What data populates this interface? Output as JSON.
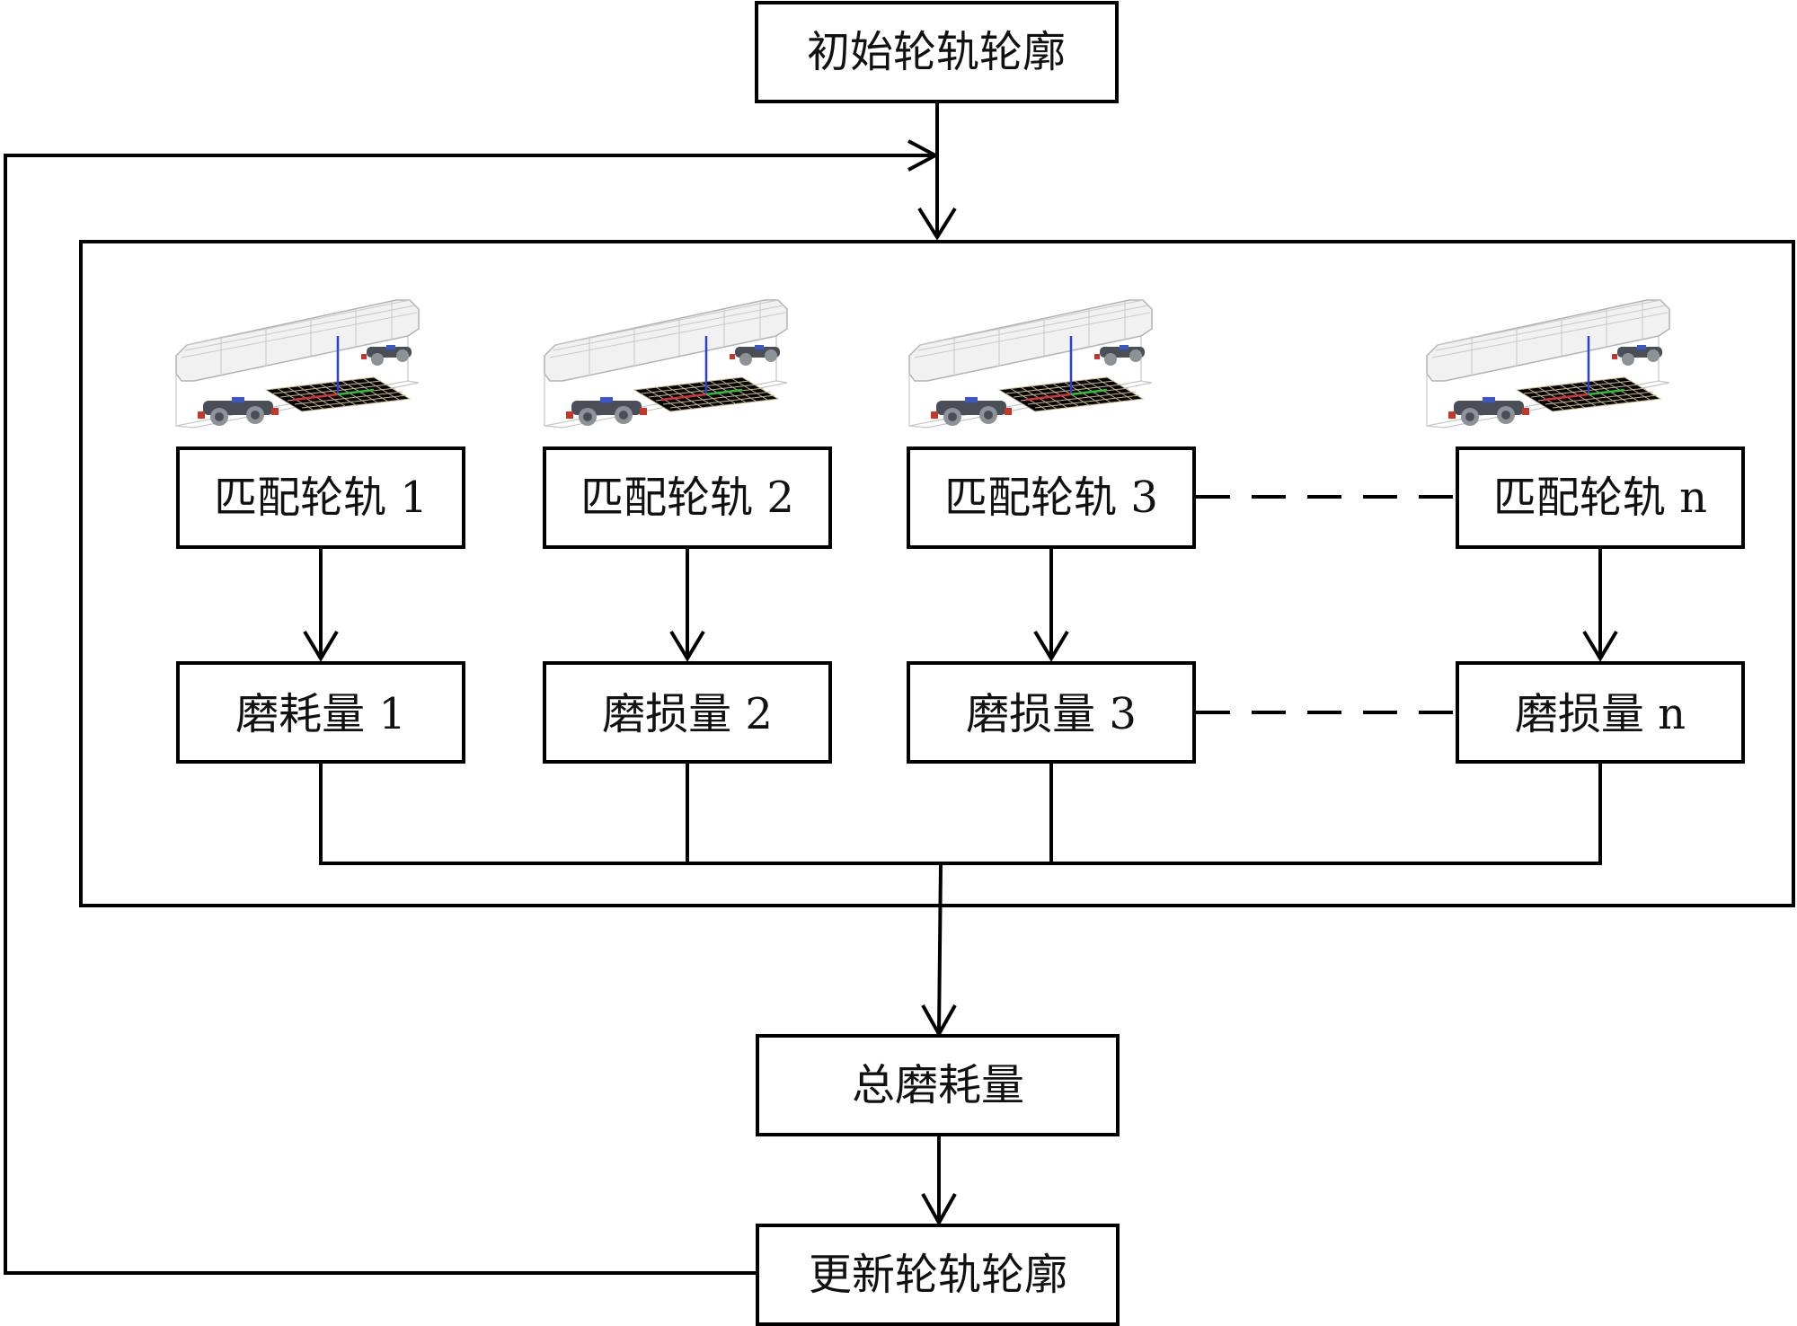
{
  "nodes": {
    "initial_profile": "初始轮轨轮廓",
    "match_1": "匹配轮轨 1",
    "match_2": "匹配轮轨 2",
    "match_3": "匹配轮轨 3",
    "match_n": "匹配轮轨 n",
    "wear_1": "磨耗量 1",
    "wear_2": "磨损量 2",
    "wear_3": "磨损量 3",
    "wear_n": "磨损量 n",
    "total_wear": "总磨耗量",
    "update_profile": "更新轮轨轮廓"
  },
  "colors": {
    "line": "#000000",
    "axis_z": "#2b3fd6",
    "axis_x": "#d93434",
    "axis_y": "#2fbf3a"
  }
}
